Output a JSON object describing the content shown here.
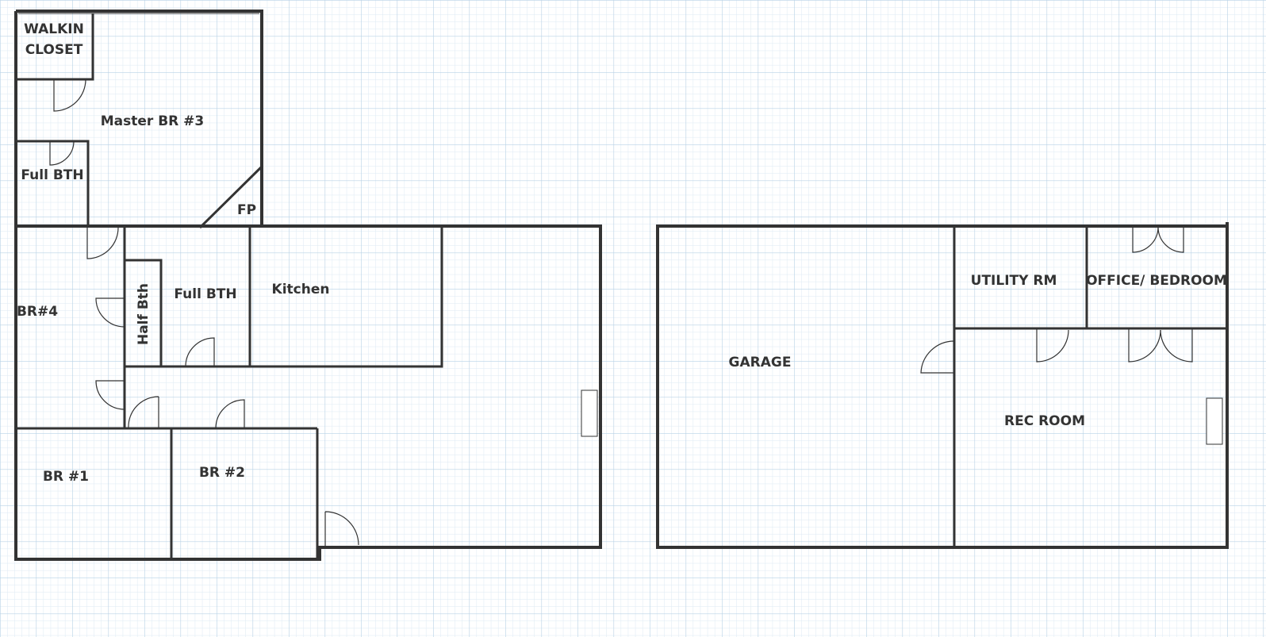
{
  "rooms": {
    "walkin_closet_line1": "WALKIN",
    "walkin_closet_line2": "CLOSET",
    "master_br": "Master BR #3",
    "full_bth_upper": "Full BTH",
    "fp": "FP",
    "br4": "BR#4",
    "half_bth": "Half Bth",
    "full_bth_center": "Full BTH",
    "kitchen": "Kitchen",
    "br1": "BR #1",
    "br2": "BR #2",
    "garage": "GARAGE",
    "utility_rm": "UTILITY RM",
    "office_bedroom": "OFFICE/ BEDROOM",
    "rec_room": "REC ROOM"
  },
  "colors": {
    "grid_minor": "#dce9f3",
    "grid_major": "#b8d2e6",
    "wall": "#333333"
  }
}
